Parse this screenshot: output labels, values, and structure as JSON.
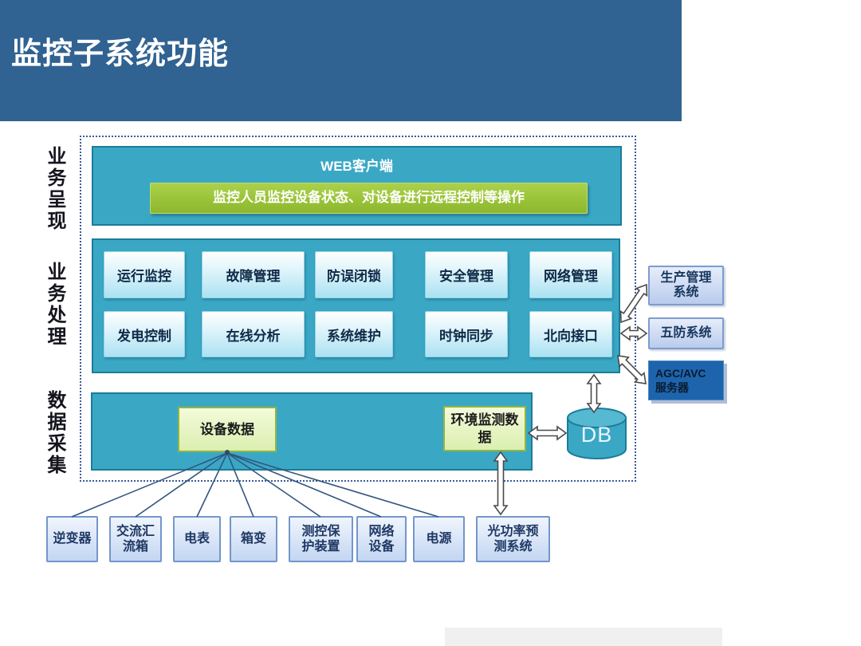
{
  "header": {
    "title": "监控子系统功能"
  },
  "layers": [
    {
      "label": "业务呈现"
    },
    {
      "label": "业务处理"
    },
    {
      "label": "数据采集"
    }
  ],
  "web_client": {
    "title": "WEB客户端",
    "description": "监控人员监控设备状态、对设备进行远程控制等操作"
  },
  "functions": {
    "row1": [
      "运行监控",
      "故障管理",
      "防误闭锁",
      "安全管理",
      "网络管理"
    ],
    "row2": [
      "发电控制",
      "在线分析",
      "系统维护",
      "时钟同步",
      "北向接口"
    ]
  },
  "external_systems": [
    {
      "label": "生产管理\n系统"
    },
    {
      "label": "五防系统"
    },
    {
      "label": "AGC/AVC\n服务器"
    }
  ],
  "data_collection": {
    "device_data": "设备数据",
    "environment_data": "环境监测数\n据",
    "database": "DB"
  },
  "devices": [
    {
      "label": "逆变器"
    },
    {
      "label": "交流汇\n流箱"
    },
    {
      "label": "电表"
    },
    {
      "label": "箱变"
    },
    {
      "label": "测控保\n护装置"
    },
    {
      "label": "网络\n设备"
    },
    {
      "label": "电源"
    },
    {
      "label": "光功率预\n测系统"
    }
  ],
  "colors": {
    "header_bg": "#306292",
    "panel_teal": "#3AA8C5",
    "panel_border": "#1B7C99",
    "green_banner": "#8CB72C",
    "data_green": "#DBEFB0",
    "device_blue": "#C3D6F2",
    "agc_blue": "#1E64AD",
    "frame_dash": "#3A5A9C"
  }
}
